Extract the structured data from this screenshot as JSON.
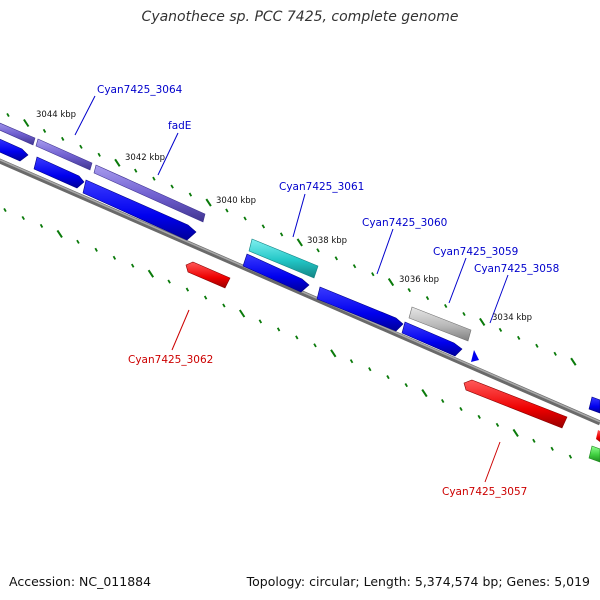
{
  "title": "Cyanothece sp. PCC 7425, complete genome",
  "footer": {
    "accession": "Accession: NC_011884",
    "summary": "Topology: circular; Length: 5,374,574 bp; Genes: 5,019"
  },
  "colors": {
    "forward_cds": "#0000ee",
    "forward_label": "#0000cc",
    "reverse_cds": "#ee0000",
    "reverse_label": "#cc0000",
    "backbone": "#888888",
    "tick": "#0a7a0a",
    "highlight_purple": "#7b68d6",
    "highlight_cyan": "#22c6c6",
    "highlight_gray": "#b8b8b8",
    "highlight_green": "#3fcf3f"
  },
  "tick_labels": [
    "3044 kbp",
    "3042 kbp",
    "3040 kbp",
    "3038 kbp",
    "3036 kbp",
    "3034 kbp"
  ],
  "gene_labels": {
    "cyan3064": "Cyan7425_3064",
    "fade": "fadE",
    "cyan3061": "Cyan7425_3061",
    "cyan3060": "Cyan7425_3060",
    "cyan3059": "Cyan7425_3059",
    "cyan3058": "Cyan7425_3058",
    "cyan3062": "Cyan7425_3062",
    "cyan3057": "Cyan7425_3057"
  }
}
